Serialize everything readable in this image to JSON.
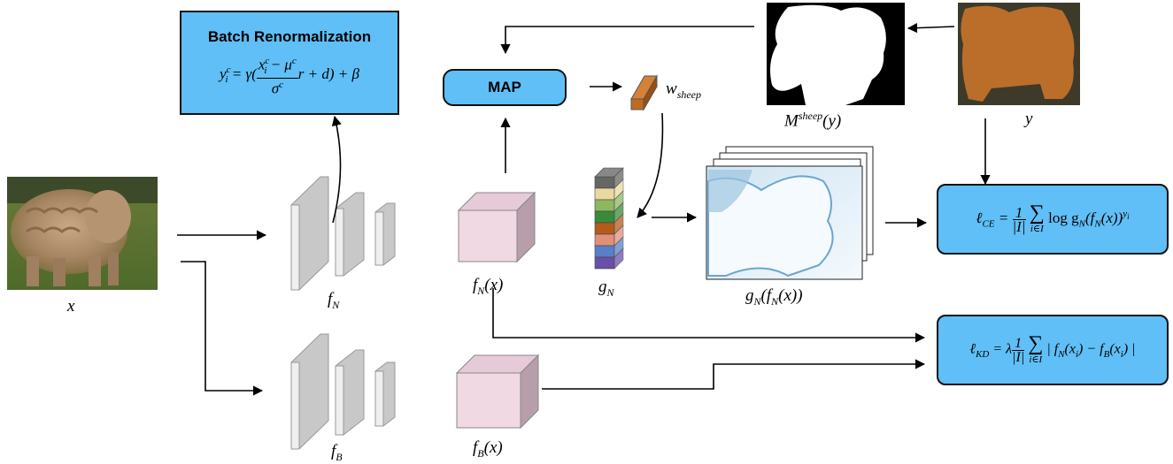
{
  "batch_renorm": {
    "title": "Batch Renormalization",
    "formula_lhs": "y",
    "formula_num": "x",
    "formula_num_rest": " − μ",
    "formula_den": "σ",
    "formula_prefix": " = γ(",
    "formula_suffix": "r + d) + β",
    "sub_i": "i",
    "sup_c": "c"
  },
  "map_label": "MAP",
  "labels": {
    "x": "x",
    "y": "y",
    "f_N": "f",
    "f_N_sub": "N",
    "f_B": "f",
    "f_B_sub": "B",
    "f_N_x": "f",
    "f_N_x_sub": "N",
    "f_N_x_rest": "(x)",
    "f_B_x": "f",
    "f_B_x_sub": "B",
    "f_B_x_rest": "(x)",
    "g_N": "g",
    "g_N_sub": "N",
    "w_sheep": "w",
    "w_sheep_sub": "sheep",
    "M_sheep": "M",
    "M_sheep_sup": "sheep",
    "M_sheep_rest": "(y)",
    "gN_fN": "g",
    "gN_fN_sub": "N",
    "gN_fN_mid": "(f",
    "gN_fN_sub2": "N",
    "gN_fN_rest": "(x))"
  },
  "loss_ce": {
    "lhs": "ℓ",
    "lhs_sub": "CE",
    "eq": " = ",
    "frac_num": "1",
    "frac_den": "|I|",
    "sum_idx": "i∈I",
    "body": "log g",
    "body_sub": "N",
    "body_mid": "(f",
    "body_sub2": "N",
    "body_rest": "(x))",
    "body_sup": "y",
    "body_sup_sub": "i"
  },
  "loss_kd": {
    "lhs": "ℓ",
    "lhs_sub": "KD",
    "eq": " = λ",
    "frac_num": "1",
    "frac_den": "|I|",
    "sum_idx": "i∈I",
    "body": "| f",
    "body_sub": "N",
    "body_mid": "(x",
    "body_sub2": "i",
    "body_mid2": ") − f",
    "body_sub3": "B",
    "body_mid3": "(x",
    "body_sub4": "i",
    "body_rest": ") |"
  },
  "colors": {
    "box_fill": "#5fbff6",
    "cube_front": "#f1d9e4",
    "cube_top": "#e6cad7",
    "cube_side": "#b79eaa",
    "layer_front": "#efefef",
    "layer_side": "#c8c8c8",
    "wsheep": "#c26a1f",
    "gn_stack": [
      "#666666",
      "#e9d9a0",
      "#8db85f",
      "#3a8a3a",
      "#b55a1d",
      "#e0907a",
      "#5a7fc6",
      "#6a4fa8"
    ]
  }
}
